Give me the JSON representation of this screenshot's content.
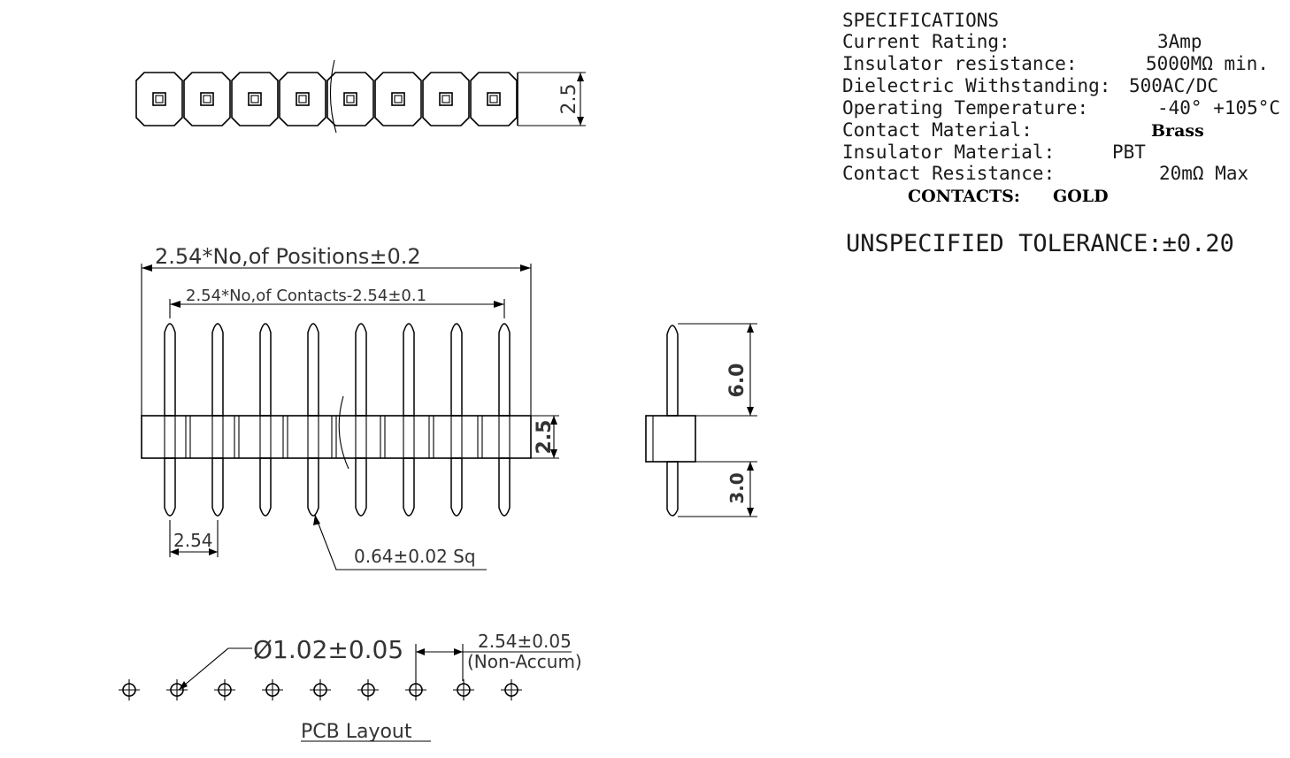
{
  "specifications": {
    "heading": "SPECIFICATIONS",
    "rows": [
      {
        "label": "Current Rating:",
        "value": "3Amp"
      },
      {
        "label": "Insulator resistance:",
        "value": "5000MΩ min."
      },
      {
        "label": "Dielectric Withstanding:",
        "value": "500AC/DC"
      },
      {
        "label": "Operating Temperature:",
        "value": "-40° +105°C"
      },
      {
        "label": "Contact Material:",
        "value": "Brass"
      },
      {
        "label": "Insulator Material:",
        "value": "PBT"
      },
      {
        "label": "Contact Resistance:",
        "value": "20mΩ Max"
      }
    ],
    "contacts_label": "CONTACTS:",
    "contacts_value": "GOLD",
    "tolerance": "UNSPECIFIED TOLERANCE:±0.20"
  },
  "dimensions": {
    "top_height": "2.5",
    "overall_length": "2.54*No,of Positions±0.2",
    "contact_span": "2.54*No,of Contacts-2.54±0.1",
    "body_height": "2.5",
    "pitch": "2.54",
    "pin_size": "0.64±0.02 Sq",
    "upper_pin": "6.0",
    "lower_pin": "3.0"
  },
  "pcb_layout": {
    "hole_diameter": "Ø1.02±0.05",
    "hole_pitch": "2.54±0.05",
    "hole_pitch_note": "(Non-Accum)",
    "title": "PCB Layout",
    "hole_count": 9
  },
  "pin_count": 8
}
